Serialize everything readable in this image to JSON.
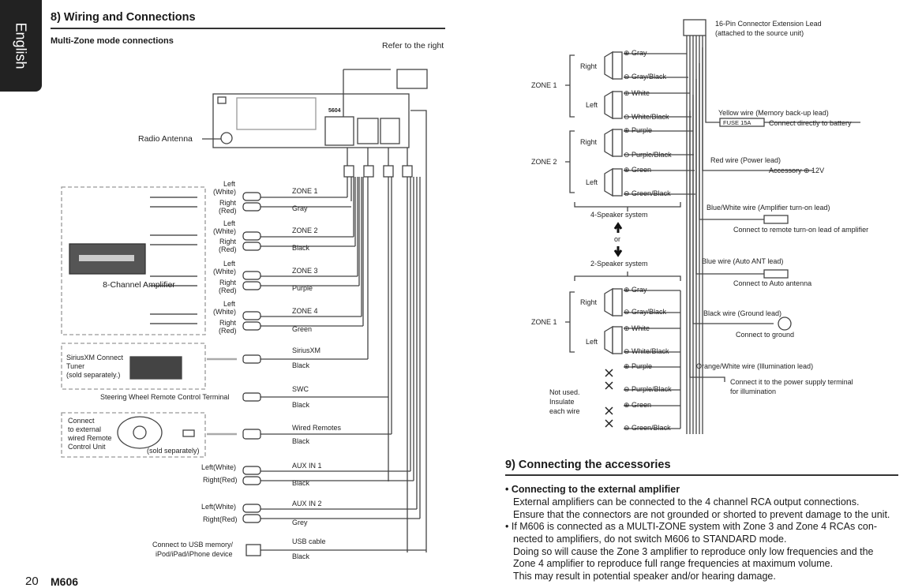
{
  "tab": {
    "label": "English"
  },
  "footer": {
    "page": "20",
    "model": "M606"
  },
  "sec8": {
    "title": "8) Wiring and Connections",
    "subtitle": "Multi-Zone mode connections",
    "refer": "Refer to the right",
    "antenna": "Radio Antenna",
    "unit_code": "5604",
    "amp": "8-Channel Amplifier",
    "zones": [
      {
        "left": "Left",
        "left2": "(White)",
        "right": "Right",
        "right2": "(Red)",
        "name": "ZONE 1",
        "color": "Gray"
      },
      {
        "left": "Left",
        "left2": "(White)",
        "right": "Right",
        "right2": "(Red)",
        "name": "ZONE 2",
        "color": "Black"
      },
      {
        "left": "Left",
        "left2": "(White)",
        "right": "Right",
        "right2": "(Red)",
        "name": "ZONE 3",
        "color": "Purple"
      },
      {
        "left": "Left",
        "left2": "(White)",
        "right": "Right",
        "right2": "(Red)",
        "name": "ZONE 4",
        "color": "Green"
      }
    ],
    "sirius": {
      "l1": "SiriusXM Connect",
      "l2": "Tuner",
      "l3": "(sold separately.)",
      "name": "SiriusXM",
      "color": "Black"
    },
    "swc": {
      "label": "Steering Wheel Remote Control Terminal",
      "name": "SWC",
      "color": "Black"
    },
    "wired": {
      "l1": "Connect",
      "l2": "to external",
      "l3": "wired Remote",
      "l4": "Control Unit",
      "sold": "(sold separately)",
      "name": "Wired Remotes",
      "color": "Black"
    },
    "aux1": {
      "left": "Left(White)",
      "right": "Right(Red)",
      "name": "AUX IN 1",
      "color": "Black"
    },
    "aux2": {
      "left": "Left(White)",
      "right": "Right(Red)",
      "name": "AUX IN 2",
      "color": "Grey"
    },
    "usb": {
      "l1": "Connect to USB memory/",
      "l2": "iPod/iPad/iPhone device",
      "name": "USB cable",
      "color": "Black"
    }
  },
  "speakers": {
    "connector": "16-Pin Connector Extension Lead",
    "connector2": "(attached to the source unit)",
    "zone1": "ZONE 1",
    "zone2": "ZONE 2",
    "zone1b": "ZONE 1",
    "right": "Right",
    "left": "Left",
    "wires_a": [
      "⊕ Gray",
      "⊖ Gray/Black",
      "⊕ White",
      "⊖ White/Black",
      "⊕ Purple",
      "⊖ Purple/Black",
      "⊕ Green",
      "⊖ Green/Black"
    ],
    "wires_b": [
      "⊕ Gray",
      "⊖ Gray/Black",
      "⊕ White",
      "⊖ White/Black",
      "⊕ Purple",
      "⊖ Purple/Black",
      "⊕ Green",
      "⊖ Green/Black"
    ],
    "four": "4-Speaker system",
    "or": "or",
    "two": "2-Speaker system",
    "not_used": [
      "Not used.",
      "Insulate",
      "each wire"
    ]
  },
  "power": {
    "yellow": "Yellow wire (Memory back-up lead)",
    "fuse": "FUSE 15A",
    "battery": "Connect directly to battery",
    "red": "Red wire (Power lead)",
    "acc": "Accessory  ⊕ 12V",
    "bluewhite": "Blue/White wire (Amplifier turn-on lead)",
    "remote": "Connect to remote turn-on lead of amplifier",
    "blue": "Blue wire (Auto ANT lead)",
    "auto": "Connect to Auto antenna",
    "black": "Black wire (Ground lead)",
    "ground": "Connect to ground",
    "orange": "Orange/White wire (Illumination lead)",
    "illum1": "Connect it to the power supply terminal",
    "illum2": "for illumination"
  },
  "sec9": {
    "title": "9) Connecting the accessories",
    "head": "• Connecting to the external amplifier",
    "lines": [
      "External amplifiers can be connected to the 4 channel RCA output connections.",
      "Ensure that the connectors are not grounded or shorted to prevent damage to the unit.",
      "• If M606 is connected as a MULTI-ZONE system with Zone 3 and Zone 4 RCAs con-",
      "nected to amplifiers, do not switch M606 to STANDARD mode.",
      "Doing so will cause the Zone 3 amplifier to reproduce only low frequencies and the",
      "Zone 4 amplifier to reproduce full range frequencies at maximum volume.",
      "This may result in potential speaker and/or hearing damage."
    ]
  }
}
